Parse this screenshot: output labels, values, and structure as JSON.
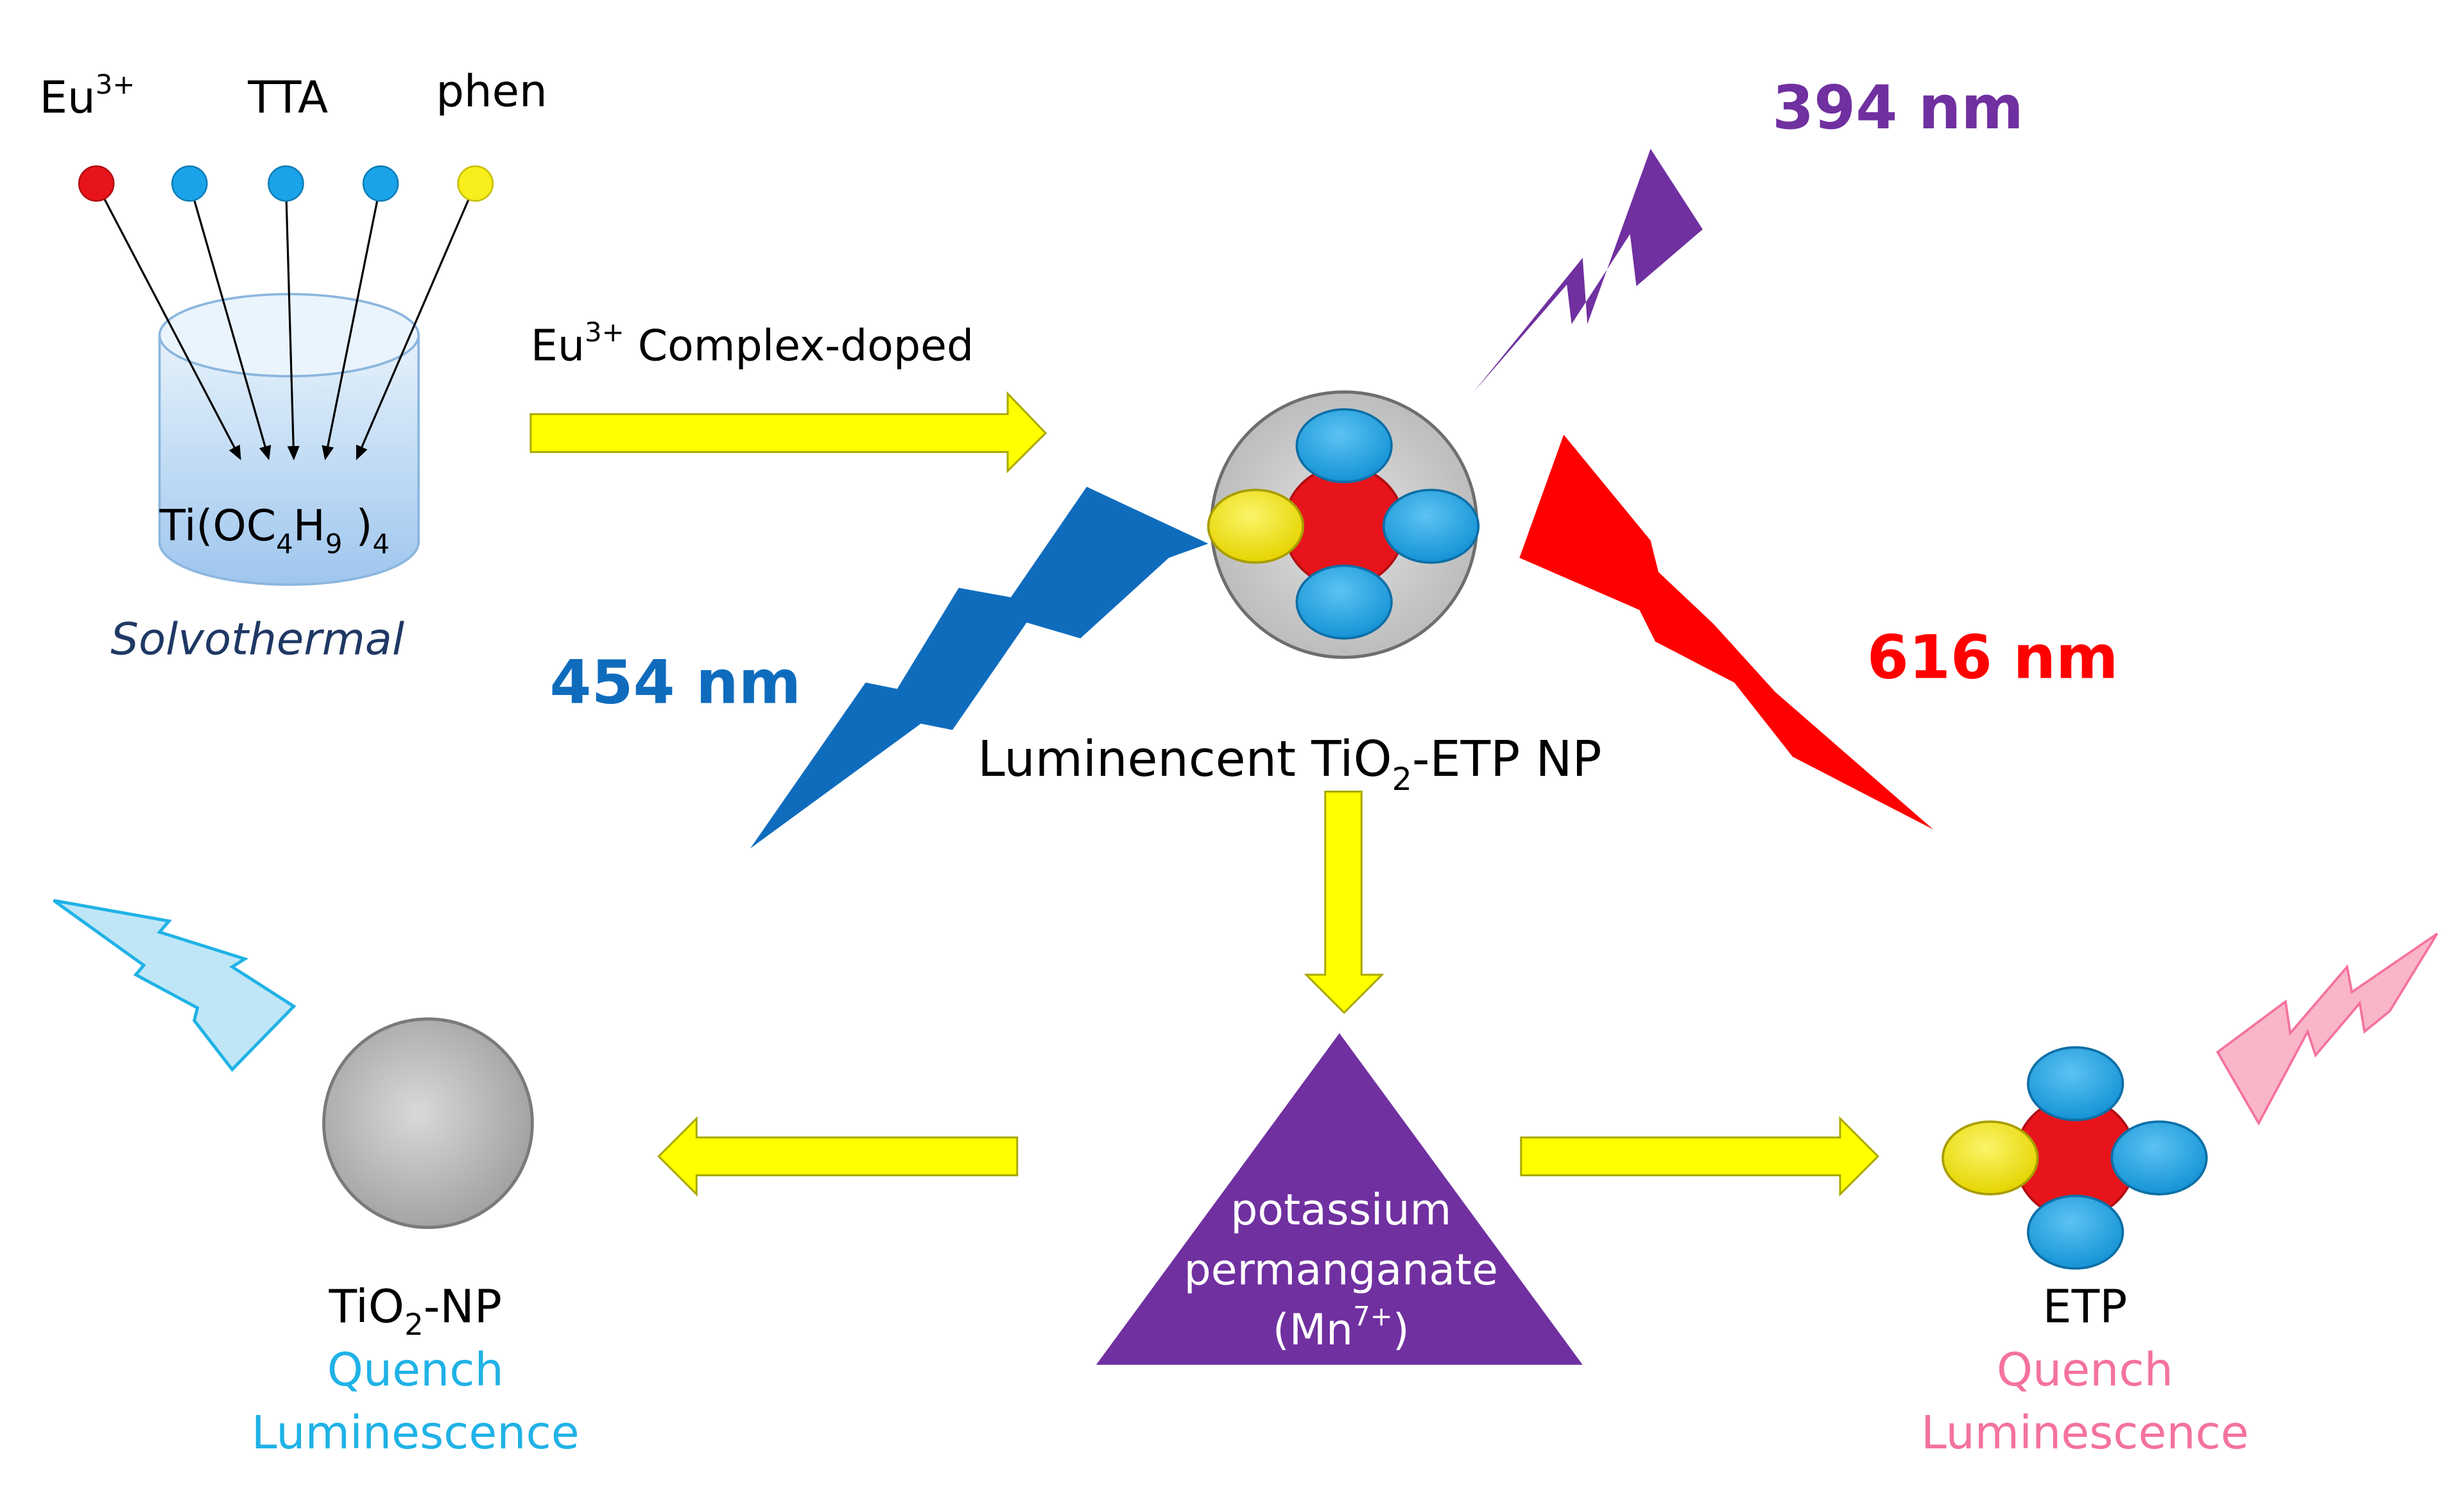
{
  "labels": {
    "eu": "Eu",
    "eu_sup": "3+",
    "tta": "TTA",
    "phen": "phen",
    "ti_a": "Ti(OC",
    "ti_sub1": "4",
    "ti_b": "H",
    "ti_sub2": "9",
    "ti_c": ")",
    "ti_sub3": "4",
    "solvothermal": "Solvothermal",
    "doped_a": "Eu",
    "doped_sup": "3+",
    "doped_b": " Complex-doped",
    "nm394": "394 nm",
    "nm454": "454 nm",
    "nm616": "616 nm",
    "lum_a": "Luminencent TiO",
    "lum_sub": "2",
    "lum_b": "-ETP NP",
    "kmno4_1": "potassium",
    "kmno4_2": "permanganate",
    "kmno4_3a": "(Mn",
    "kmno4_3sup": "7+",
    "kmno4_3b": ")",
    "tio2_a": "TiO",
    "tio2_sub": "2",
    "tio2_b": "-NP",
    "quench": "Quench",
    "luminescence": "Luminescence",
    "etp": "ETP"
  },
  "colors": {
    "eu_dot": "#e8141b",
    "ligand_blue": "#1aa3e8",
    "phen_yellow": "#f7ee1c",
    "arrow_yellow": "#ffff00",
    "violet": "#7030a0",
    "blue_bolt": "#0f6cbd",
    "red_bolt": "#ff0000",
    "light_blue": "#20b2e6",
    "pink": "#f4729e",
    "navy": "#1f3864"
  }
}
